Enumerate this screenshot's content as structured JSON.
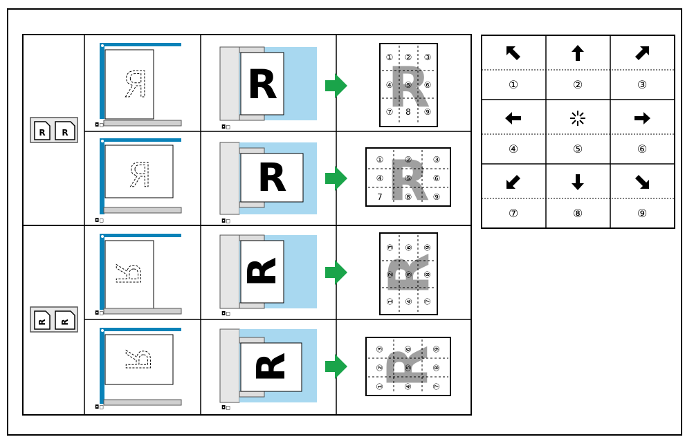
{
  "glyphs": {
    "letter": "R",
    "mirror_letter": "Я",
    "corner_marks": "◘◻"
  },
  "grid_numbers": {
    "portrait": [
      "①",
      "②",
      "③",
      "④",
      "⑤",
      "⑥",
      "⑦",
      "⑧",
      "⑨"
    ],
    "portrait_row3": [
      "⑦",
      "8",
      "⑨"
    ],
    "landscape_row3": [
      "7",
      "⑧",
      "⑨"
    ]
  },
  "legend": {
    "rows": [
      {
        "arrows": [
          "up-left-arrow-icon",
          "up-arrow-icon",
          "up-right-arrow-icon"
        ],
        "numbers": [
          "①",
          "②",
          "③"
        ]
      },
      {
        "arrows": [
          "left-arrow-icon",
          "center-sparkle-icon",
          "right-arrow-icon"
        ],
        "numbers": [
          "④",
          "⑤",
          "⑥"
        ]
      },
      {
        "arrows": [
          "down-left-arrow-icon",
          "down-arrow-icon",
          "down-right-arrow-icon"
        ],
        "numbers": [
          "⑦",
          "⑧",
          "⑨"
        ]
      }
    ]
  },
  "colors": {
    "scanner_blue": "#0a82b8",
    "light_blue": "#a8d8f0",
    "arrow_green": "#1aa44a",
    "gray_letter": "#a0a0a0"
  }
}
